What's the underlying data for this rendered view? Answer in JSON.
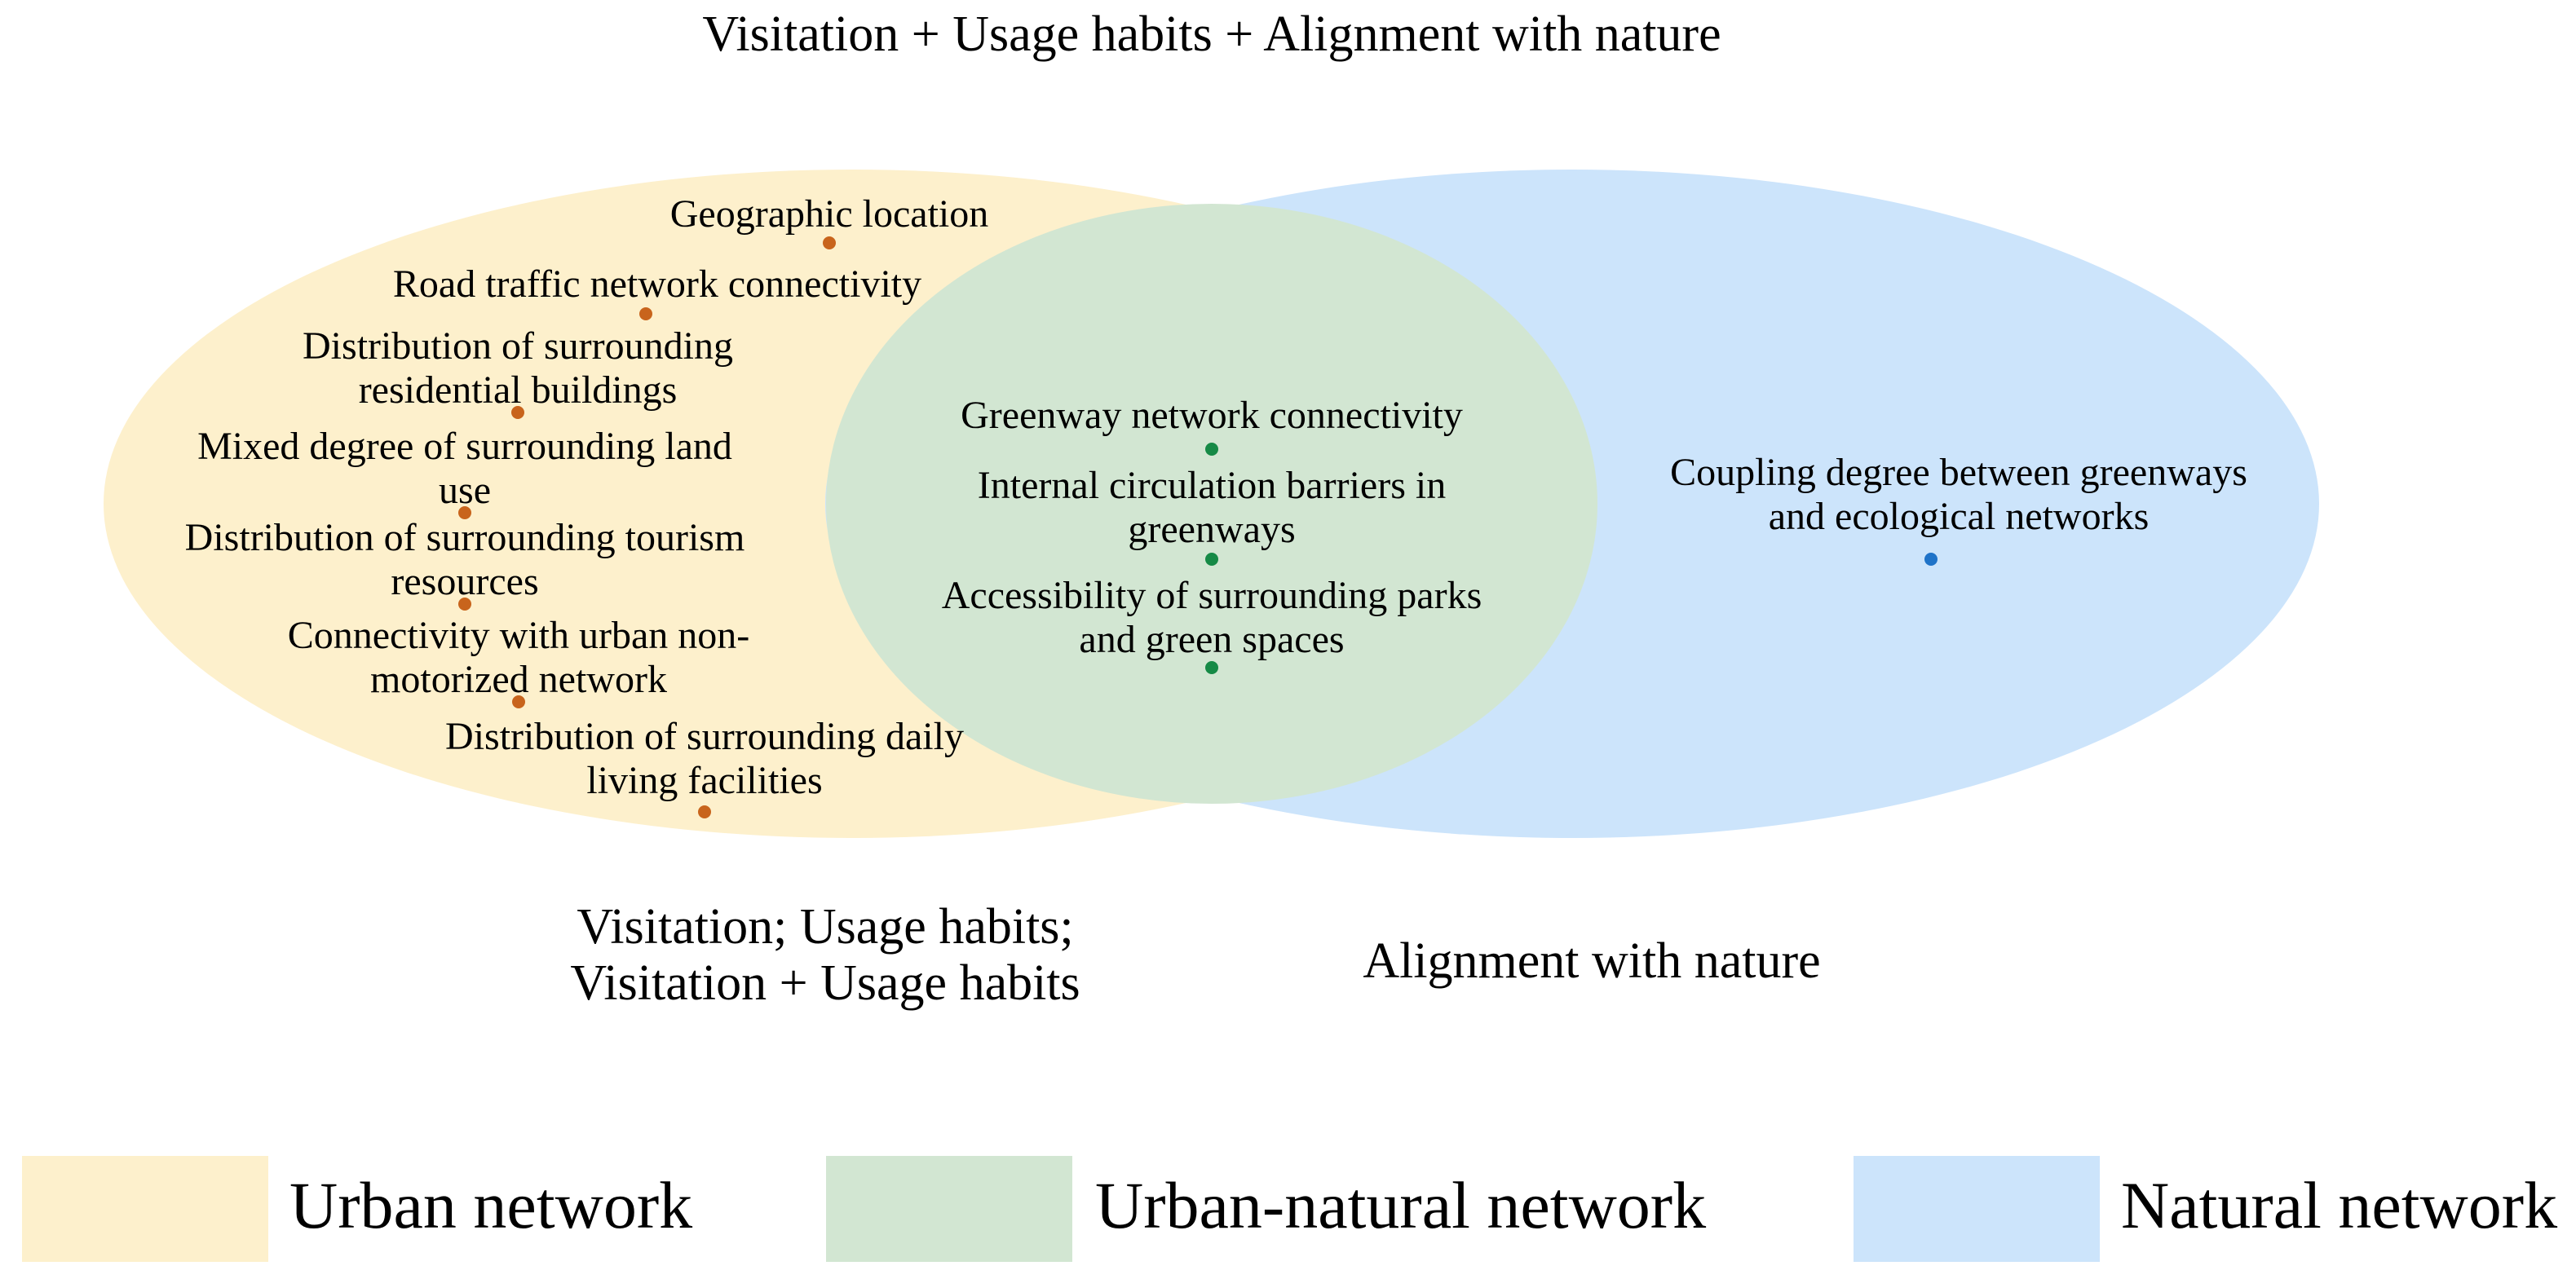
{
  "title": "Visitation + Usage habits + Alignment with nature",
  "colors": {
    "urban": "#fdf0cc",
    "urban_natural": "#d2e6d2",
    "natural": "#cce4fb",
    "urban_dot": "#c8641c",
    "urban_natural_dot": "#168a46",
    "natural_dot": "#1f73c8"
  },
  "urban_items": [
    {
      "lines": [
        "Geographic location"
      ]
    },
    {
      "lines": [
        "Road traffic network connectivity"
      ]
    },
    {
      "lines": [
        "Distribution of surrounding",
        "residential buildings"
      ]
    },
    {
      "lines": [
        "Mixed degree of surrounding land",
        "use"
      ]
    },
    {
      "lines": [
        "Distribution of surrounding tourism",
        "resources"
      ]
    },
    {
      "lines": [
        "Connectivity with urban non-",
        "motorized network"
      ]
    },
    {
      "lines": [
        "Distribution of surrounding daily",
        "living facilities"
      ]
    }
  ],
  "overlap_items": [
    {
      "lines": [
        "Greenway network connectivity"
      ]
    },
    {
      "lines": [
        "Internal circulation barriers in",
        "greenways"
      ]
    },
    {
      "lines": [
        "Accessibility of surrounding parks",
        "and green spaces"
      ]
    }
  ],
  "natural_items": [
    {
      "lines": [
        "Coupling degree between greenways",
        "and ecological networks"
      ]
    }
  ],
  "urban_caption": [
    "Visitation; Usage habits;",
    "Visitation + Usage habits"
  ],
  "natural_caption": "Alignment with nature",
  "legend": [
    {
      "label": "Urban network"
    },
    {
      "label": "Urban-natural network"
    },
    {
      "label": "Natural network"
    }
  ]
}
